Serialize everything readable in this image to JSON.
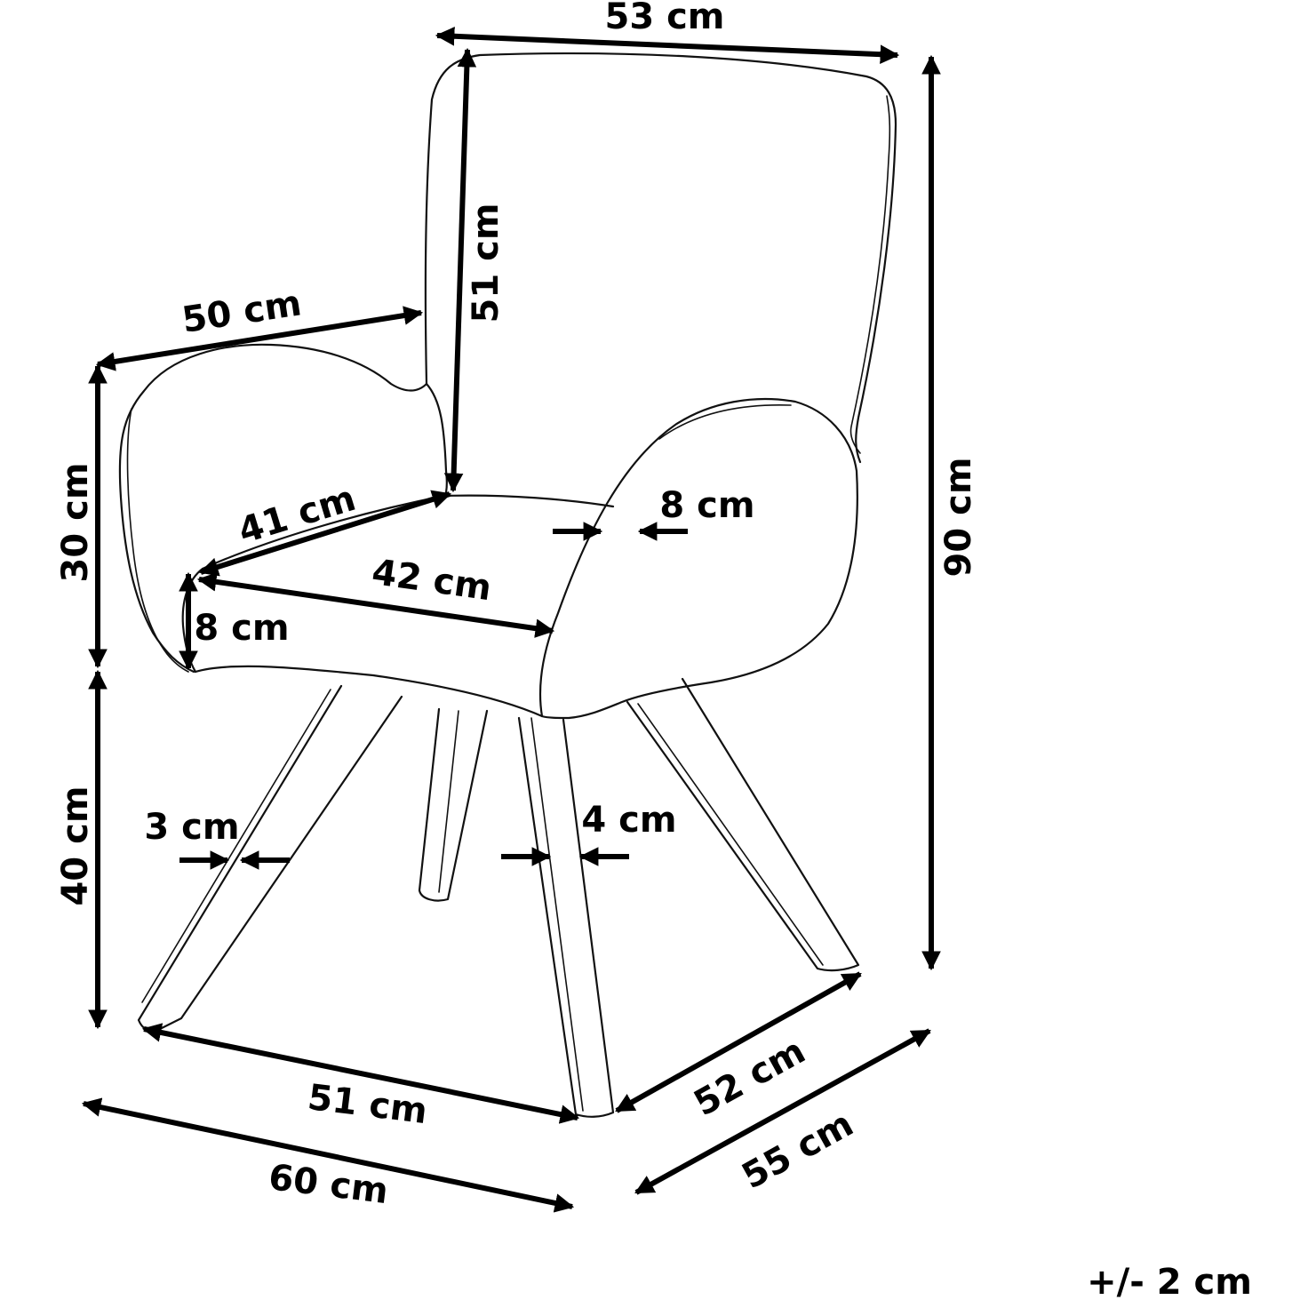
{
  "labels": {
    "overall_width": "53 cm",
    "backrest_height": "51 cm",
    "overall_height": "90 cm",
    "armrest_width": "50 cm",
    "armrest_height": "30 cm",
    "seat_depth": "41 cm",
    "seat_width": "42 cm",
    "arm_thickness": "8 cm",
    "seat_thickness": "8 cm",
    "seat_height": "40 cm",
    "leg_width_front": "3 cm",
    "leg_width_side": "4 cm",
    "leg_span_front": "51 cm",
    "leg_span_side": "52 cm",
    "overall_depth_front": "60 cm",
    "overall_depth_side": "55 cm",
    "tolerance": "+/- 2 cm"
  },
  "colors": {
    "line": "#111111",
    "arrow": "#000000",
    "background": "#ffffff"
  }
}
